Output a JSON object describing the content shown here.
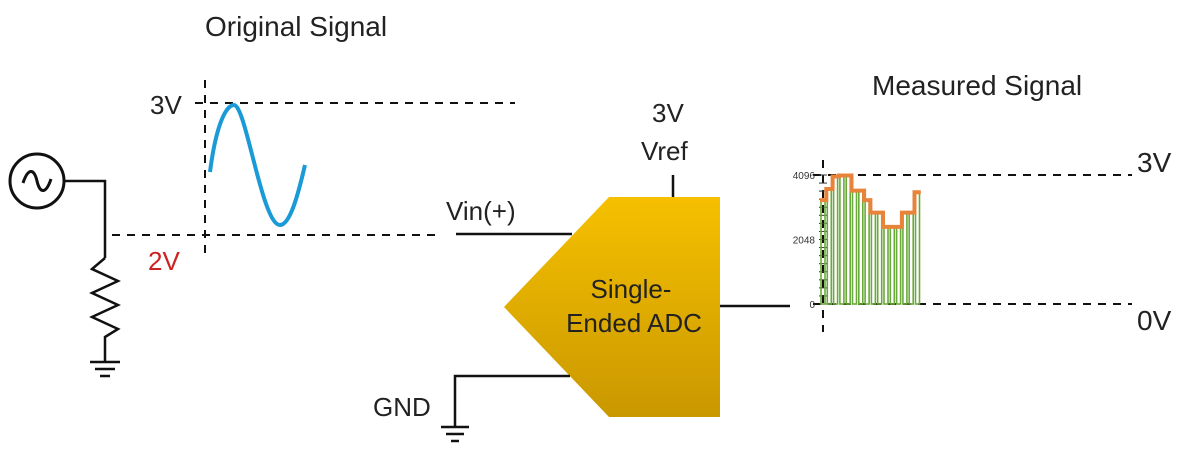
{
  "labels": {
    "original_signal": "Original Signal",
    "measured_signal": "Measured Signal",
    "orig_3v": "3V",
    "orig_2v": "2V",
    "vref_value": "3V",
    "vref_name": "Vref",
    "vin": "Vin(+)",
    "adc_line1": "Single-",
    "adc_line2": "Ended ADC",
    "gnd": "GND",
    "meas_3v": "3V",
    "meas_0v": "0V"
  },
  "colors": {
    "sine": "#1a9ad6",
    "adc_top": "#f6c000",
    "adc_bottom": "#c99800",
    "bars": "#6aaa3a",
    "step": "#e8833a",
    "label_2v": "#cc2222"
  },
  "chart_data": {
    "type": "bar",
    "ytick_labels": [
      "4096",
      "2048",
      "0"
    ],
    "ylim": [
      0,
      4096
    ],
    "values": [
      3300,
      3650,
      4050,
      4080,
      4080,
      3600,
      3600,
      3300,
      2900,
      2900,
      2450,
      2450,
      2450,
      2900,
      2900,
      3550
    ],
    "step_values": [
      3300,
      3650,
      4050,
      4080,
      4080,
      3600,
      3600,
      3300,
      2900,
      2900,
      2450,
      2450,
      2450,
      2900,
      2900,
      3550
    ]
  }
}
